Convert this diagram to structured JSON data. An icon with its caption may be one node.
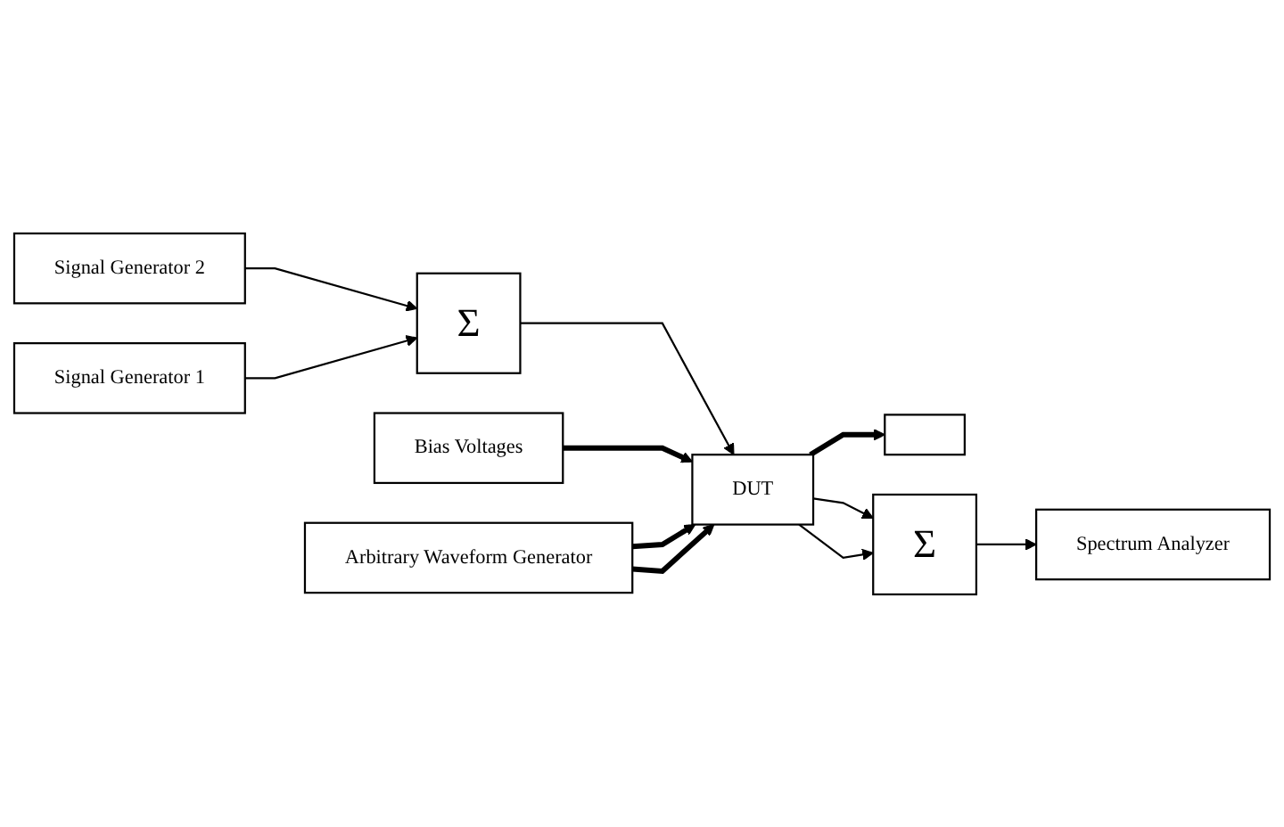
{
  "diagram": {
    "nodes": [
      {
        "text": [
          "Bias Voltages"
        ]
      },
      {
        "text": [],
        "shape": "box"
      },
      {
        "text": [
          "Signal Generator 2"
        ]
      },
      {
        "text": [
          "Σ"
        ]
      },
      {
        "text": [
          "DUT"
        ]
      },
      {
        "text": [
          "Σ"
        ]
      },
      {
        "text": [
          "Spectrum Analyzer"
        ]
      },
      {
        "text": [
          "Signal Generator 1"
        ]
      },
      {
        "text": [
          "Arbitrary Waveform Generator"
        ]
      }
    ],
    "edges": [
      {
        "from": 2,
        "to": 3,
        "arrow": "to"
      },
      {
        "from": 7,
        "to": 3,
        "arrow": "to"
      },
      {
        "from": 3,
        "to": 4,
        "arrow": "to"
      },
      {
        "from": 0,
        "to": 4,
        "arrow": "to",
        "style": "thick"
      },
      {
        "from": 4,
        "to": 1,
        "arrow": "to",
        "style": "thick"
      },
      {
        "from": 4,
        "to": 5,
        "arrow": "to"
      },
      {
        "from": 4,
        "to": 5,
        "arrow": "to"
      },
      {
        "from": 5,
        "to": 6,
        "arrow": "to"
      },
      {
        "from": 8,
        "to": 4,
        "arrow": "to",
        "style": "thick"
      },
      {
        "from": 8,
        "to": 4,
        "arrow": "to",
        "style": "thick"
      }
    ]
  }
}
